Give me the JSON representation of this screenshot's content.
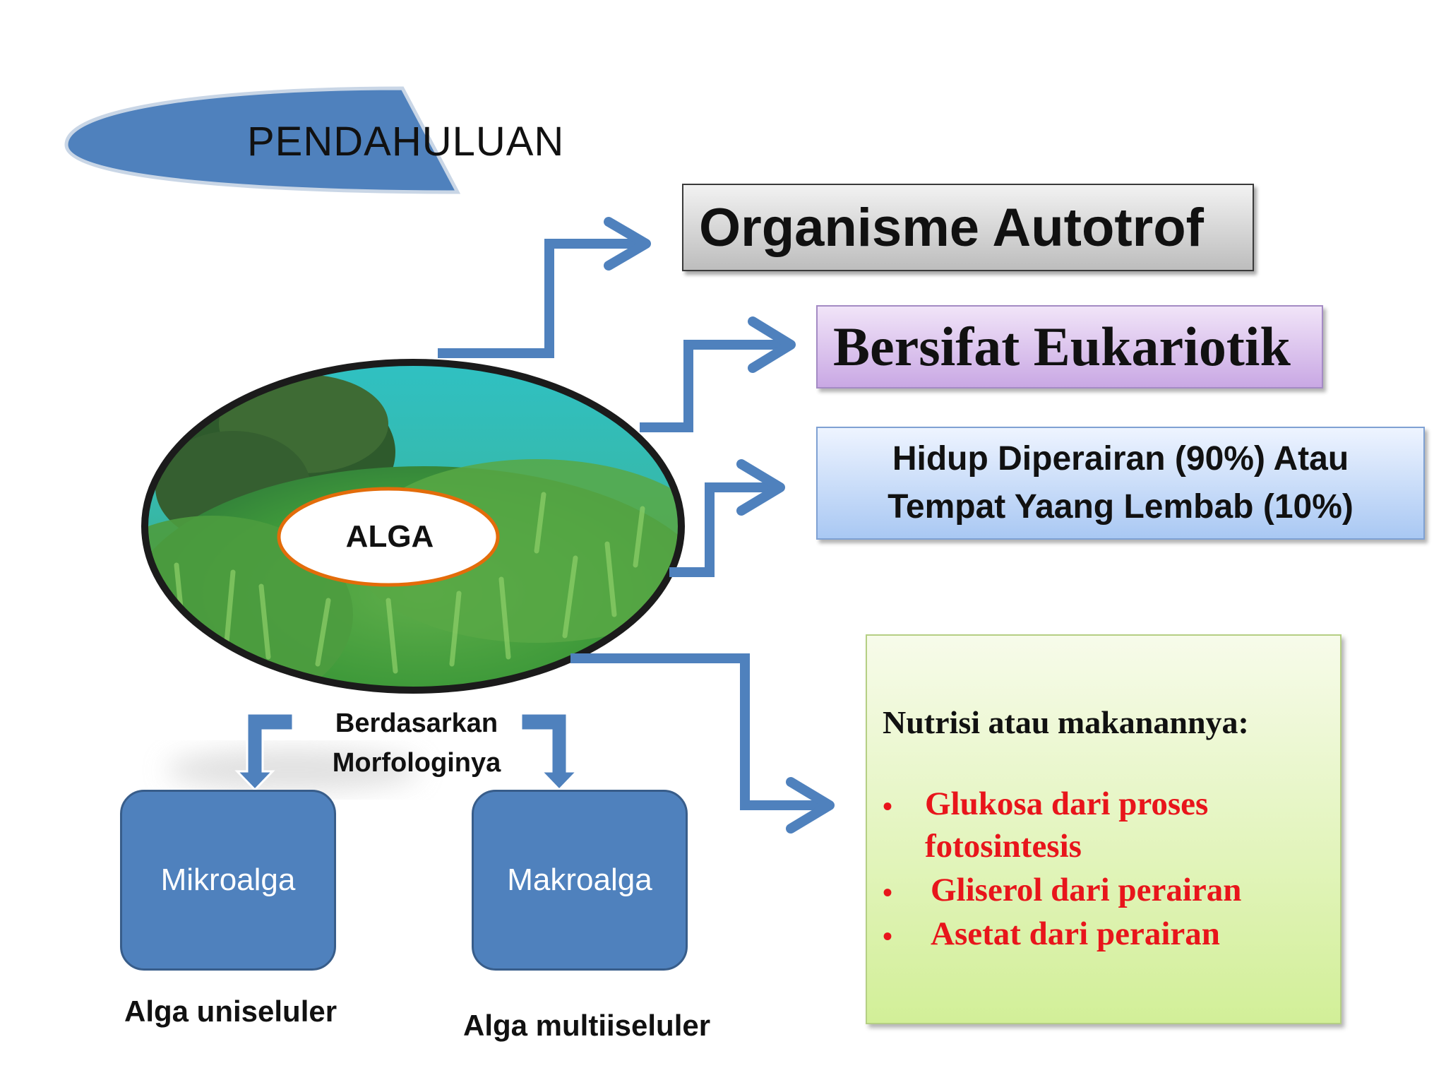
{
  "title": "PENDAHULUAN",
  "center_label": "ALGA",
  "boxes": {
    "autotrof": "Organisme Autotrof",
    "eukariotik": "Bersifat Eukariotik",
    "hidup_line1": "Hidup Diperairan (90%) Atau",
    "hidup_line2": "Tempat Yaang Lembab (10%)"
  },
  "nutrisi": {
    "heading": "Nutrisi atau makanannya:",
    "items": [
      "Glukosa dari proses",
      "fotosintesis",
      "Gliserol dari perairan",
      "Asetat dari perairan"
    ],
    "bullet": "•"
  },
  "morfologi": {
    "line1": "Berdasarkan",
    "line2": "Morfologinya"
  },
  "types": [
    {
      "label": "Mikroalga",
      "caption": "Alga uniseluler"
    },
    {
      "label": "Makroalga",
      "caption": "Alga multiiseluler"
    }
  ],
  "colors": {
    "arrow": "#4f81bd",
    "banner": "#4f81bd",
    "nutrisi_text": "#e8151b",
    "alga_outline": "#e36c0a"
  },
  "icons": {
    "photo": "seaweed-underwater-photo",
    "arrow": "bent-arrow-icon"
  }
}
